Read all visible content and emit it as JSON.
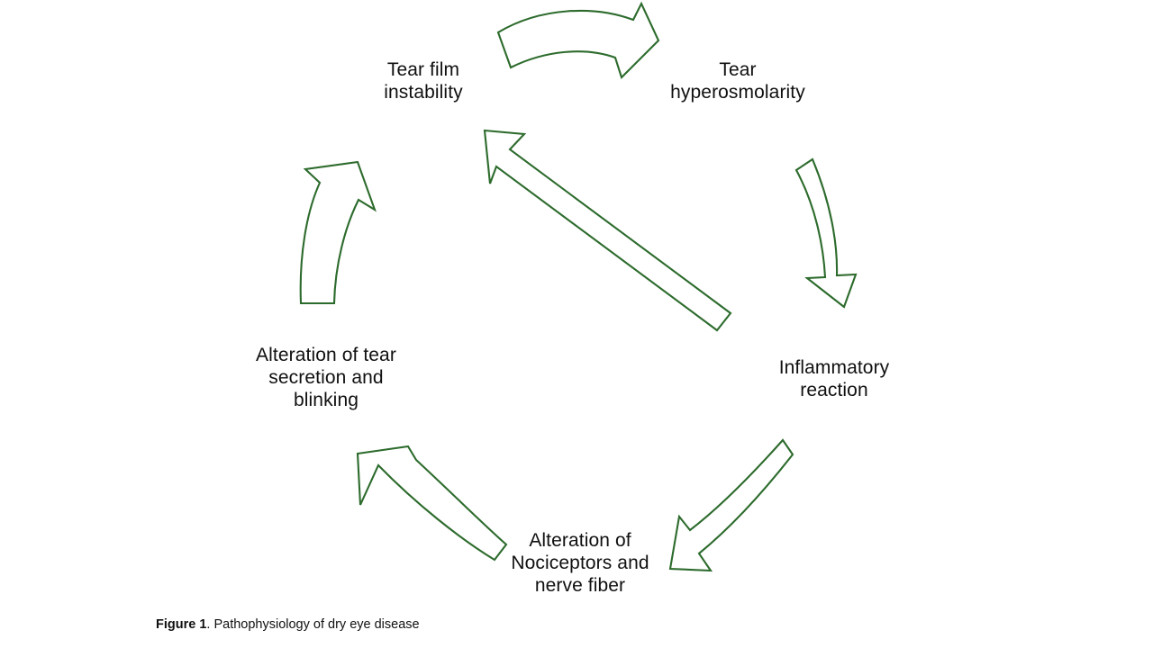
{
  "figure": {
    "caption_prefix": "Figure 1",
    "caption_separator": ". ",
    "caption_text": "Pathophysiology of dry eye disease"
  },
  "colors": {
    "arrow_stroke": "#2d6b2d",
    "arrow_fill": "#ffffff",
    "label_text": "#101010",
    "background": "#ffffff"
  },
  "chart_data": {
    "type": "diagram",
    "diagram_kind": "cycle",
    "title": "Pathophysiology of dry eye disease",
    "nodes": [
      {
        "id": "tear-film-instability",
        "label": "Tear film\ninstability",
        "position": "top-left"
      },
      {
        "id": "tear-hyperosmolarity",
        "label": "Tear\nhyperosmolarity",
        "position": "top-right"
      },
      {
        "id": "inflammatory-reaction",
        "label": "Inflammatory\nreaction",
        "position": "right"
      },
      {
        "id": "alteration-nociceptors",
        "label": "Alteration of\nNociceptors and\nnerve fiber",
        "position": "bottom"
      },
      {
        "id": "alteration-tear-secretion",
        "label": "Alteration of tear\nsecretion and\nblinking",
        "position": "left"
      }
    ],
    "edges": [
      {
        "from": "tear-film-instability",
        "to": "tear-hyperosmolarity",
        "style": "curved-block-arrow",
        "direction": "right"
      },
      {
        "from": "tear-hyperosmolarity",
        "to": "inflammatory-reaction",
        "style": "curved-block-arrow",
        "direction": "down"
      },
      {
        "from": "inflammatory-reaction",
        "to": "alteration-nociceptors",
        "style": "curved-block-arrow",
        "direction": "down-left"
      },
      {
        "from": "alteration-nociceptors",
        "to": "alteration-tear-secretion",
        "style": "curved-block-arrow",
        "direction": "up-left"
      },
      {
        "from": "alteration-tear-secretion",
        "to": "tear-film-instability",
        "style": "curved-block-arrow",
        "direction": "up"
      },
      {
        "from": "inflammatory-reaction",
        "to": "tear-film-instability",
        "style": "straight-block-arrow",
        "direction": "up-left"
      }
    ]
  },
  "labels": {
    "tear_film_instability": "Tear film\ninstability",
    "tear_hyperosmolarity": "Tear\nhyperosmolarity",
    "inflammatory_reaction": "Inflammatory\nreaction",
    "alteration_nociceptors": "Alteration of\nNociceptors and\nnerve fiber",
    "alteration_tear_secretion": "Alteration of tear\nsecretion and\nblinking"
  }
}
